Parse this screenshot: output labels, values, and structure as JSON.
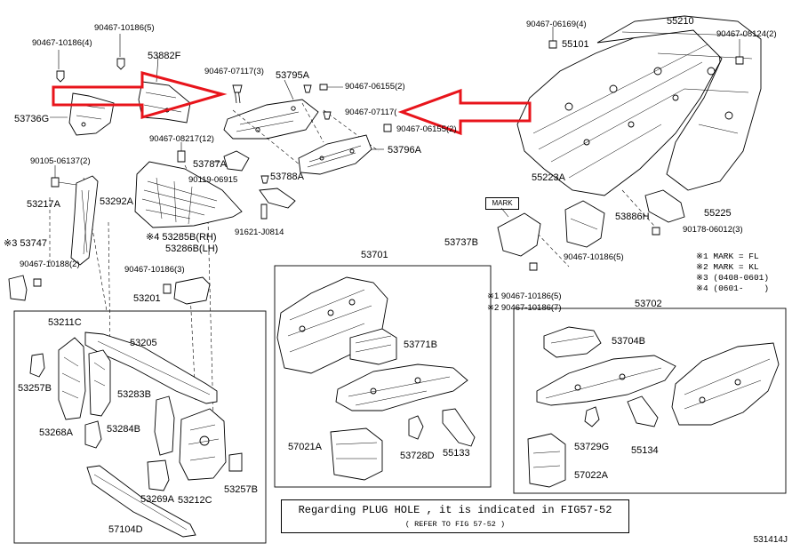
{
  "labels": {
    "p_90467_10186_4": "90467-10186(4)",
    "p_90467_10186_5": "90467-10186(5)",
    "p_53882F": "53882F",
    "p_53736G": "53736G",
    "p_90467_07117_3": "90467-07117(3)",
    "p_53795A": "53795A",
    "p_90467_06155_2a": "90467-06155(2)",
    "p_90467_07117_b": "90467-07117(",
    "p_90467_06155_2b": "90467-06155(2)",
    "p_90467_08217_12": "90467-08217(12)",
    "p_53796A": "53796A",
    "p_90105_06137_2": "90105-06137(2)",
    "p_53787A": "53787A",
    "p_90119_06915": "90119-06915",
    "p_53788A": "53788A",
    "p_53217A": "53217A",
    "p_53292A": "53292A",
    "p_91621_J0814": "91621-J0814",
    "p_53747": "※3 53747",
    "p_90467_10188_2": "90467-10188(2)",
    "p_53285B": "※4 53285B(RH)",
    "p_53286B": "53286B(LH)",
    "p_90467_10186_3": "90467-10186(3)",
    "p_53201": "53201",
    "p_53211C": "53211C",
    "p_53205": "53205",
    "p_53257B_a": "53257B",
    "p_53283B": "53283B",
    "p_53268A": "53268A",
    "p_53284B": "53284B",
    "p_53269A": "53269A",
    "p_53212C": "53212C",
    "p_53257B_b": "53257B",
    "p_57104D": "57104D",
    "p_53701": "53701",
    "p_53771B": "53771B",
    "p_57021A": "57021A",
    "p_53728D": "53728D",
    "p_55133": "55133",
    "p_90467_06169_4": "90467-06169(4)",
    "p_55210": "55210",
    "p_90467_08124_2": "90467-08124(2)",
    "p_55101": "55101",
    "p_55223A": "55223A",
    "p_53886H": "53886H",
    "p_55225": "55225",
    "p_90178_06012_3": "90178-06012(3)",
    "p_53737B": "53737B",
    "p_90467_10186_5b": "90467-10186(5)",
    "p_x1_90467_10186_5": "※1 90467-10186(5)",
    "p_x2_90467_10186_7": "※2 90467-10186(7)",
    "p_53702": "53702",
    "p_53704B": "53704B",
    "p_53729G": "53729G",
    "p_55134": "55134",
    "p_57022A": "57022A"
  },
  "mark_box": "MARK",
  "notes": [
    "※1 MARK = FL",
    "※2 MARK = KL",
    "※3 (0408-0601)",
    "※4 (0601-    )"
  ],
  "note_box": {
    "line1": "Regarding PLUG HOLE , it is indicated in FIG57-52",
    "line2": "( REFER TO FIG 57-52 )"
  },
  "figure_id": "531414J",
  "colors": {
    "ink": "#000000",
    "highlight_arrow": "#e8141b",
    "background": "#ffffff"
  }
}
